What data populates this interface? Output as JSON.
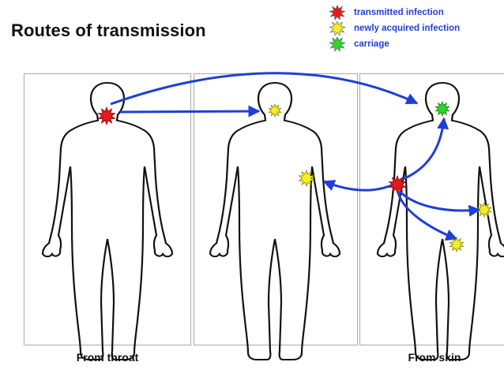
{
  "title": "Routes of transmission",
  "legend": [
    {
      "label": "transmitted infection",
      "color": "#e31b1b"
    },
    {
      "label": "newly acquired infection",
      "color": "#f2ef2a"
    },
    {
      "label": "carriage",
      "color": "#2fd52f"
    }
  ],
  "captions": {
    "throat": "From throat",
    "skin": "From skin"
  },
  "colors": {
    "arrow": "#1f3fd6",
    "outline": "#111111",
    "panel_border": "#a8a8a8"
  }
}
